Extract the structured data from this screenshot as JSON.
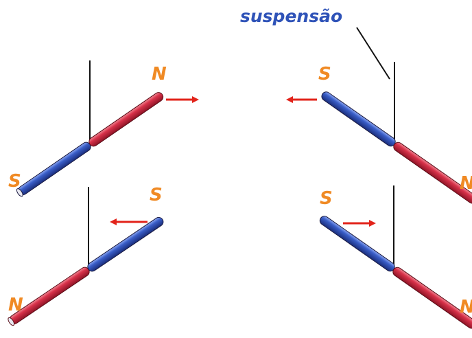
{
  "colors": {
    "north": "#d8324a",
    "south": "#3a5ec8",
    "label": "#f08a24",
    "arrow": "#e2231a",
    "callout": "#2f53b8",
    "string": "#111111"
  },
  "suspension_label": "suspensão",
  "magnets": [
    {
      "position": "top-left",
      "left_pole": "S",
      "right_pole": "N",
      "force_direction": "right"
    },
    {
      "position": "top-right",
      "left_pole": "S",
      "right_pole": "N",
      "force_direction": "left"
    },
    {
      "position": "bottom-left",
      "left_pole": "N",
      "right_pole": "S",
      "force_direction": "left"
    },
    {
      "position": "bottom-right",
      "left_pole": "S",
      "right_pole": "N",
      "force_direction": "right"
    }
  ]
}
